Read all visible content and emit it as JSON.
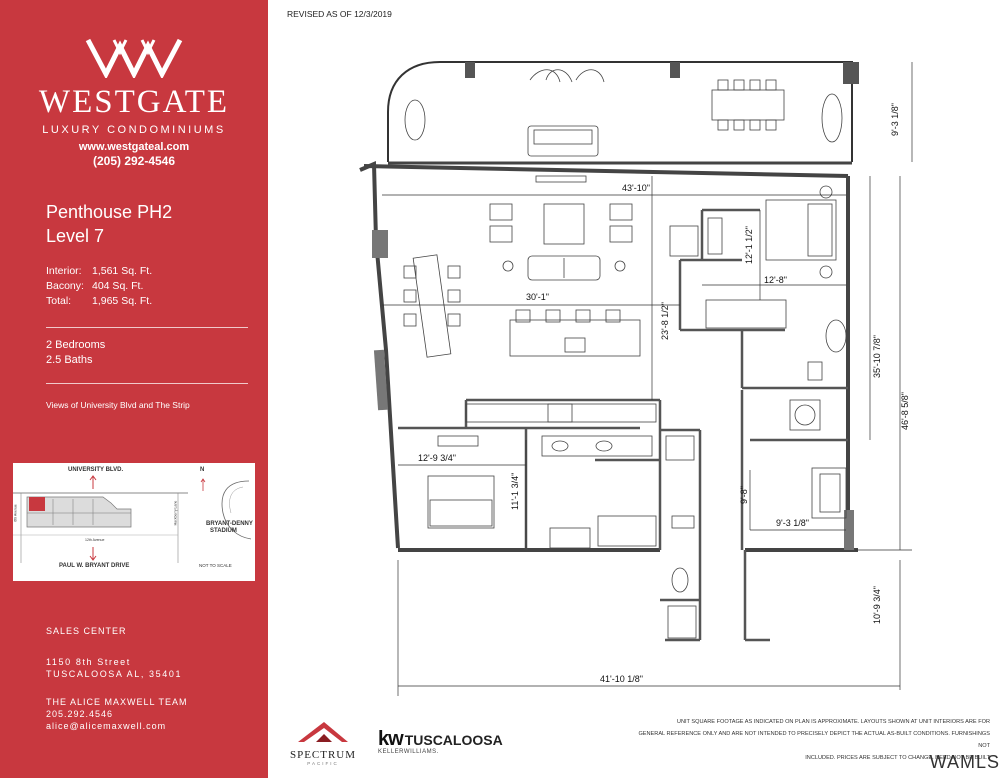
{
  "brand": {
    "name": "WESTGATE",
    "subtitle": "LUXURY CONDOMINIUMS",
    "website": "www.westgateal.com",
    "phone": "(205) 292-4546"
  },
  "unit": {
    "name": "Penthouse PH2",
    "level": "Level 7"
  },
  "square_footage": [
    {
      "label": "Interior:",
      "value": "1,561 Sq. Ft."
    },
    {
      "label": "Bacony:",
      "value": "404 Sq. Ft."
    },
    {
      "label": "Total:",
      "value": "1,965 Sq. Ft."
    }
  ],
  "rooms": {
    "bedrooms": "2 Bedrooms",
    "baths": "2.5 Baths"
  },
  "views": "Views of University Blvd and The Strip",
  "location_map": {
    "north_street": "UNIVERSITY BLVD.",
    "south_street": "PAUL W. BRYANT DRIVE",
    "north_marker": "N",
    "stadium": "BRYANT-DENNY",
    "stadium_sub": "STADIUM",
    "left_avenue": "6th Avenue",
    "right_avenue": "Hackberry Lane",
    "bottom_avenue": "12th Avenue",
    "scale_note": "NOT TO SCALE",
    "highlight_color": "#c8383f"
  },
  "sales": {
    "heading": "SALES CENTER",
    "address_line1": "1150 8th Street",
    "address_line2": "TUSCALOOSA AL, 35401",
    "team": "THE ALICE MAXWELL TEAM",
    "team_phone": "205.292.4546",
    "email": "alice@alicemaxwell.com"
  },
  "revised": "REVISED AS OF 12/3/2019",
  "dimensions": {
    "balcony_depth": "9'-3 1/8\"",
    "living_width": "43'-10\"",
    "living_inner": "30'-1\"",
    "living_depth": "23'-8 1/2\"",
    "master_w": "12'-1 1/2\"",
    "master_d": "12'-8\"",
    "right_upper": "35'-10 7/8\"",
    "right_total": "46'-8 5/8\"",
    "bed2_w": "12'-9 3/4\"",
    "bed2_d": "11'-1 3/4\"",
    "bed3_w": "9'-8\"",
    "bed3_d": "9'-3 1/8\"",
    "lower_right": "10'-9 3/4\"",
    "bottom_total": "41'-10 1/8\""
  },
  "disclaimer": [
    "UNIT SQUARE FOOTAGE AS INDICATED ON PLAN IS APPROXIMATE. LAYOUTS SHOWN AT UNIT INTERIORS ARE FOR",
    "GENERAL REFERENCE ONLY AND ARE NOT INTENDED TO PRECISELY DEPICT THE ACTUAL AS-BUILT CONDITIONS. FURNISHINGS NOT",
    "INCLUDED. PRICES ARE SUBJECT TO CHANGE. NEED NOT BE BUILT"
  ],
  "logos": {
    "spectrum_name": "SPECTRUM",
    "spectrum_sub": "PACIFIC",
    "kw_mark": "kw",
    "kw_city": "TUSCALOOSA",
    "kw_sub": "KELLERWILLIAMS."
  },
  "watermark": "WAMLS",
  "colors": {
    "brand_red": "#c8383f",
    "wall": "#555555"
  }
}
